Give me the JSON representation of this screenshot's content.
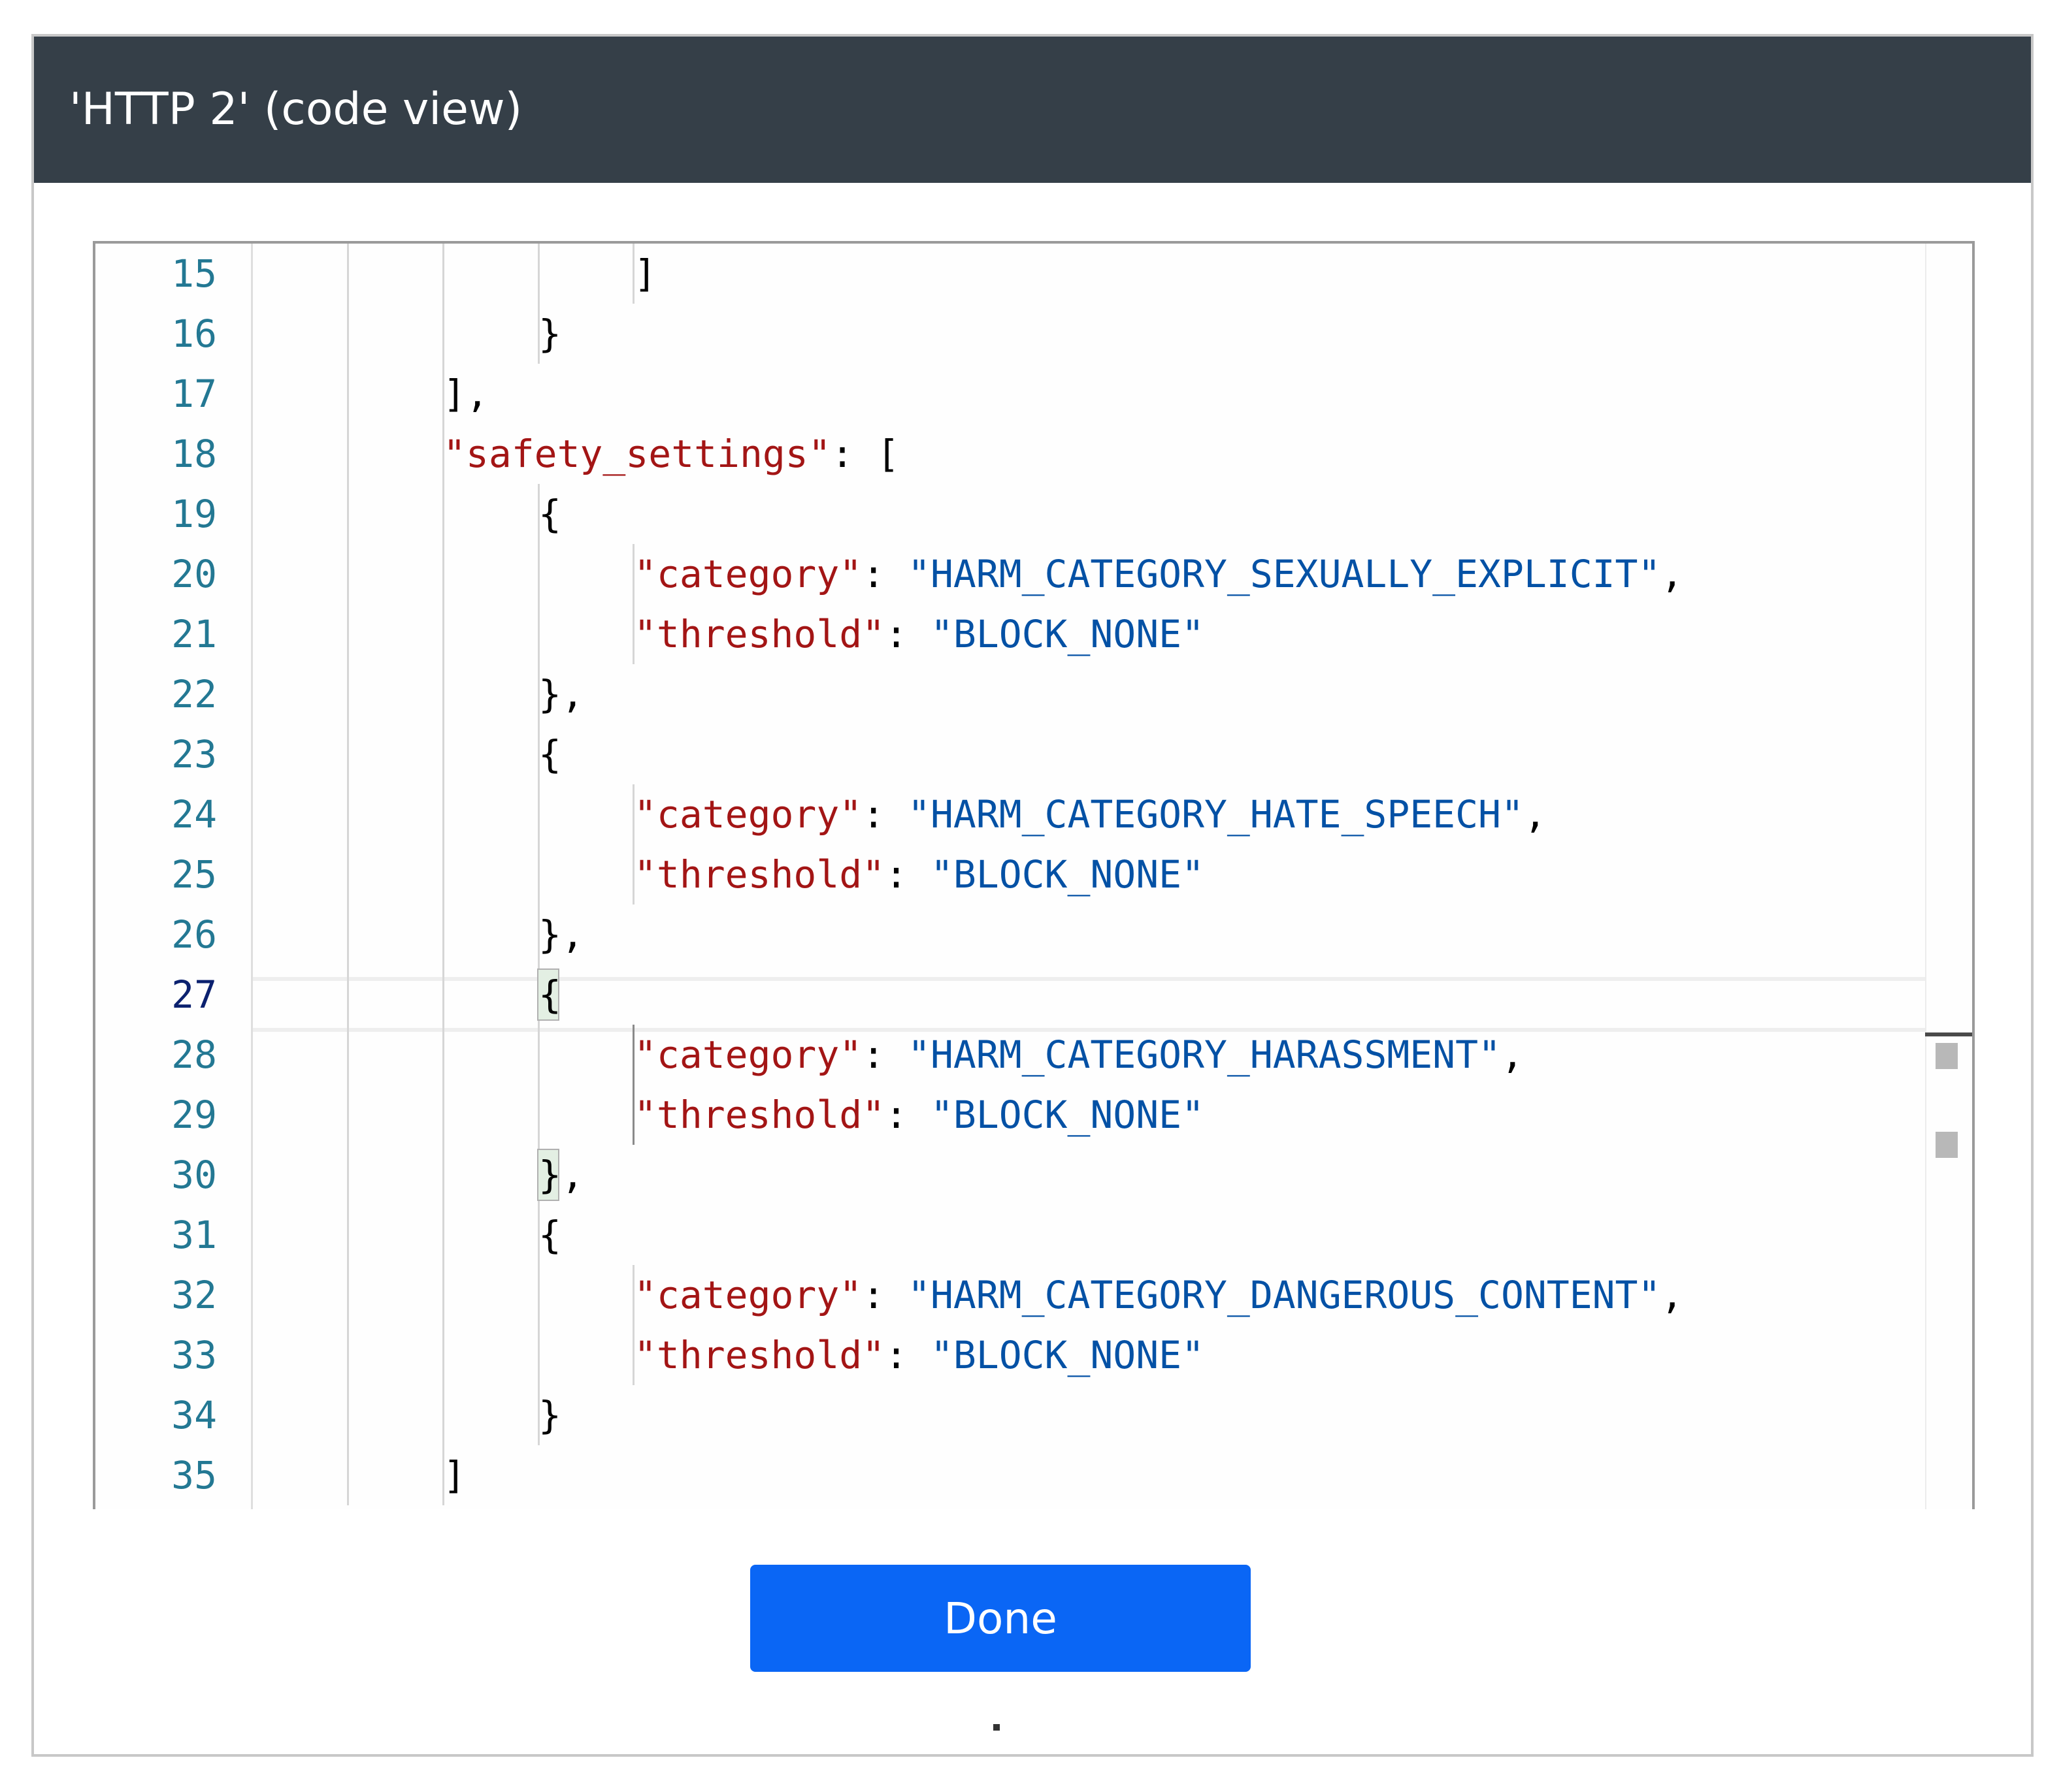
{
  "dialog": {
    "title": "'HTTP 2' (code view)",
    "done_label": "Done"
  },
  "editor": {
    "current_line": 27,
    "lines": [
      {
        "num": "15",
        "indent": 5,
        "tokens": [
          {
            "t": "]",
            "c": "punct"
          }
        ]
      },
      {
        "num": "16",
        "indent": 4,
        "tokens": [
          {
            "t": "}",
            "c": "punct"
          }
        ]
      },
      {
        "num": "17",
        "indent": 3,
        "tokens": [
          {
            "t": "],",
            "c": "punct"
          }
        ]
      },
      {
        "num": "18",
        "indent": 3,
        "tokens": [
          {
            "t": "\"safety_settings\"",
            "c": "key"
          },
          {
            "t": ": [",
            "c": "punct"
          }
        ]
      },
      {
        "num": "19",
        "indent": 4,
        "tokens": [
          {
            "t": "{",
            "c": "punct"
          }
        ]
      },
      {
        "num": "20",
        "indent": 5,
        "tokens": [
          {
            "t": "\"category\"",
            "c": "key"
          },
          {
            "t": ": ",
            "c": "punct"
          },
          {
            "t": "\"HARM_CATEGORY_SEXUALLY_EXPLICIT\"",
            "c": "str"
          },
          {
            "t": ",",
            "c": "punct"
          }
        ]
      },
      {
        "num": "21",
        "indent": 5,
        "tokens": [
          {
            "t": "\"threshold\"",
            "c": "key"
          },
          {
            "t": ": ",
            "c": "punct"
          },
          {
            "t": "\"BLOCK_NONE\"",
            "c": "str"
          }
        ]
      },
      {
        "num": "22",
        "indent": 4,
        "tokens": [
          {
            "t": "},",
            "c": "punct"
          }
        ]
      },
      {
        "num": "23",
        "indent": 4,
        "tokens": [
          {
            "t": "{",
            "c": "punct"
          }
        ]
      },
      {
        "num": "24",
        "indent": 5,
        "tokens": [
          {
            "t": "\"category\"",
            "c": "key"
          },
          {
            "t": ": ",
            "c": "punct"
          },
          {
            "t": "\"HARM_CATEGORY_HATE_SPEECH\"",
            "c": "str"
          },
          {
            "t": ",",
            "c": "punct"
          }
        ]
      },
      {
        "num": "25",
        "indent": 5,
        "tokens": [
          {
            "t": "\"threshold\"",
            "c": "key"
          },
          {
            "t": ": ",
            "c": "punct"
          },
          {
            "t": "\"BLOCK_NONE\"",
            "c": "str"
          }
        ]
      },
      {
        "num": "26",
        "indent": 4,
        "tokens": [
          {
            "t": "},",
            "c": "punct"
          }
        ]
      },
      {
        "num": "27",
        "indent": 4,
        "tokens": [
          {
            "t": "{",
            "c": "punct"
          }
        ]
      },
      {
        "num": "28",
        "indent": 5,
        "tokens": [
          {
            "t": "\"category\"",
            "c": "key"
          },
          {
            "t": ": ",
            "c": "punct"
          },
          {
            "t": "\"HARM_CATEGORY_HARASSMENT\"",
            "c": "str"
          },
          {
            "t": ",",
            "c": "punct"
          }
        ]
      },
      {
        "num": "29",
        "indent": 5,
        "tokens": [
          {
            "t": "\"threshold\"",
            "c": "key"
          },
          {
            "t": ": ",
            "c": "punct"
          },
          {
            "t": "\"BLOCK_NONE\"",
            "c": "str"
          }
        ]
      },
      {
        "num": "30",
        "indent": 4,
        "tokens": [
          {
            "t": "},",
            "c": "punct"
          }
        ]
      },
      {
        "num": "31",
        "indent": 4,
        "tokens": [
          {
            "t": "{",
            "c": "punct"
          }
        ]
      },
      {
        "num": "32",
        "indent": 5,
        "tokens": [
          {
            "t": "\"category\"",
            "c": "key"
          },
          {
            "t": ": ",
            "c": "punct"
          },
          {
            "t": "\"HARM_CATEGORY_DANGEROUS_CONTENT\"",
            "c": "str"
          },
          {
            "t": ",",
            "c": "punct"
          }
        ]
      },
      {
        "num": "33",
        "indent": 5,
        "tokens": [
          {
            "t": "\"threshold\"",
            "c": "key"
          },
          {
            "t": ": ",
            "c": "punct"
          },
          {
            "t": "\"BLOCK_NONE\"",
            "c": "str"
          }
        ]
      },
      {
        "num": "34",
        "indent": 4,
        "tokens": [
          {
            "t": "}",
            "c": "punct"
          }
        ]
      },
      {
        "num": "35",
        "indent": 3,
        "tokens": [
          {
            "t": "]",
            "c": "punct"
          }
        ]
      }
    ]
  }
}
